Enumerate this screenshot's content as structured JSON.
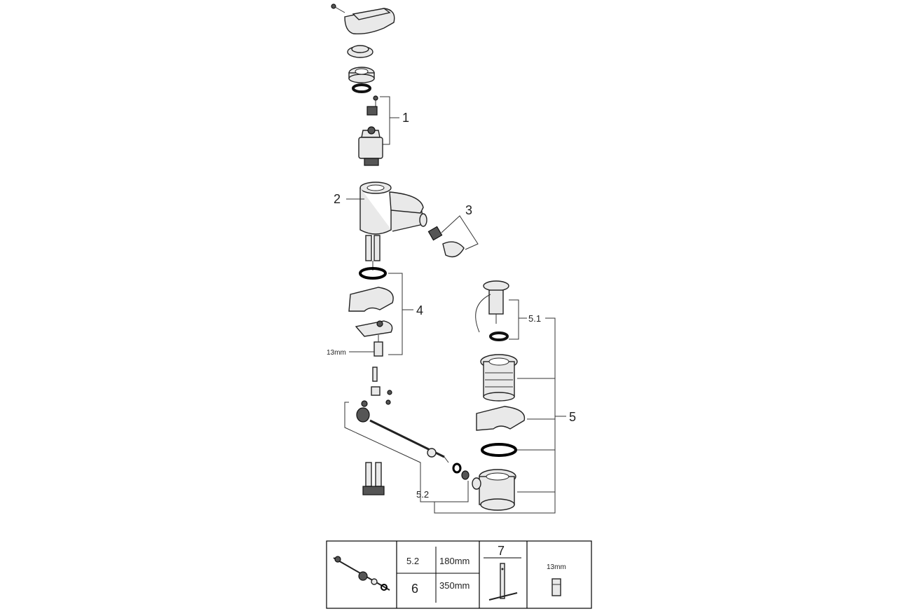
{
  "diagram": {
    "callouts": {
      "c1": "1",
      "c2": "2",
      "c3": "3",
      "c4": "4",
      "c5": "5",
      "c51": "5.1",
      "c52": "5.2",
      "wrench": "13mm"
    }
  },
  "table": {
    "row1_code": "5.2",
    "row1_length": "180mm",
    "row2_code": "6",
    "row2_length": "350mm",
    "tool_code": "7",
    "socket_size": "13mm"
  }
}
